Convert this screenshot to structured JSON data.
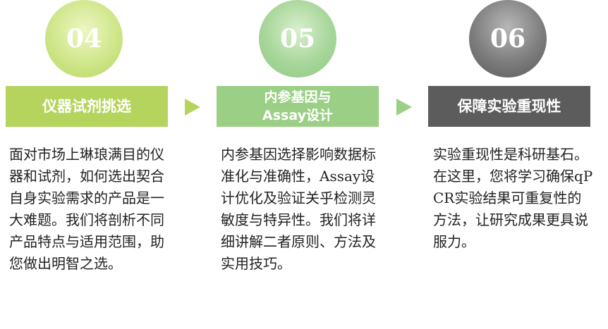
{
  "steps": [
    {
      "number": "04",
      "title": "仪器试剂挑选",
      "description": "面对市场上琳琅满目的仪器和试剂，如何选出契合自身实验需求的产品是一大难题。我们将剖析不同产品特点与适用范围，助您做出明智之选。",
      "colors": {
        "accent": "#b5d45e"
      }
    },
    {
      "number": "05",
      "title": "内参基因与Assay设计",
      "description": "内参基因选择影响数据标准化与准确性，Assay设计优化及验证关乎检测灵敏度与特异性。我们将详细讲解二者原则、方法及实用技巧。",
      "colors": {
        "accent": "#9bcf85"
      }
    },
    {
      "number": "06",
      "title": "保障实验重现性",
      "description": "实验重现性是科研基石。在这里，您将学习确保qPCR实验结果可重复性的方法，让研究成果更具说服力。",
      "colors": {
        "accent": "#5c5c5c"
      }
    }
  ],
  "icons": {
    "arrow_1": "triangle-right-icon",
    "arrow_2": "triangle-right-icon"
  }
}
